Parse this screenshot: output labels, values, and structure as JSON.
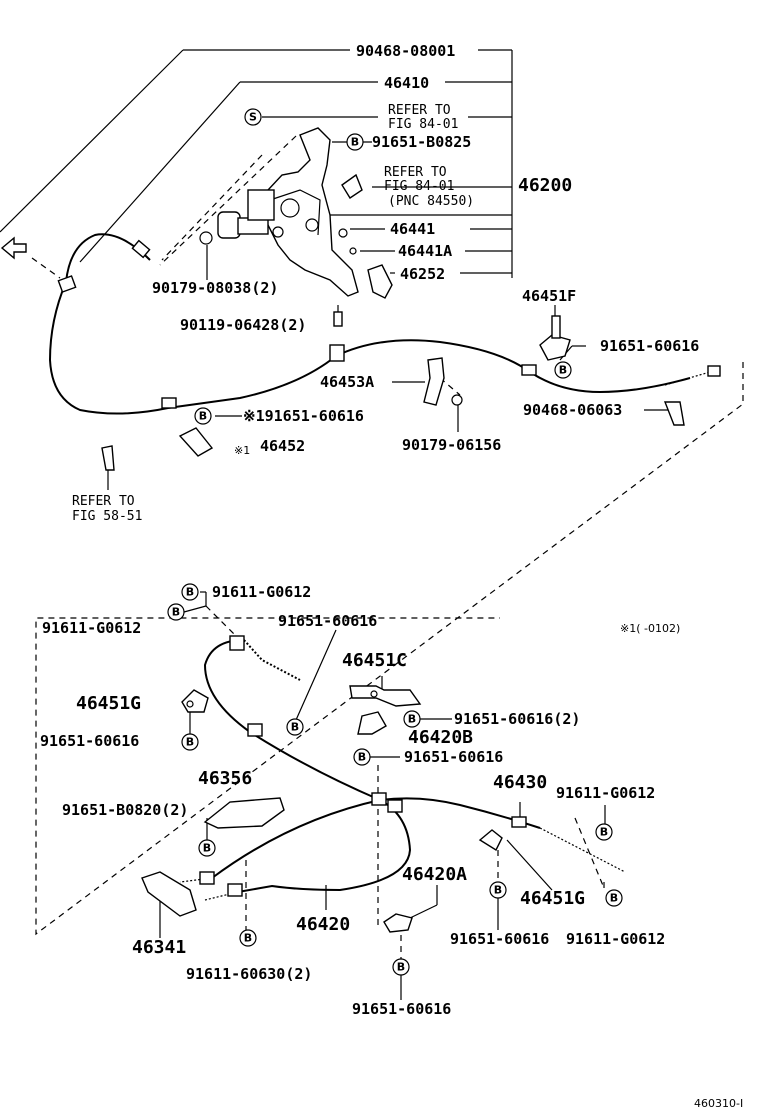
{
  "top": {
    "p_90468_08001": "90468-08001",
    "p_46410": "46410",
    "refer1_a": "REFER TO",
    "refer1_b": "FIG 84-01",
    "b_91651_B0825": "91651-B0825",
    "refer2_a": "REFER TO",
    "refer2_b": "FIG 84-01",
    "refer2_c": "(PNC 84550)",
    "p_46200": "46200",
    "p_46441": "46441",
    "p_46441A": "46441A",
    "p_46252": "46252",
    "p_90179_08038": "90179-08038(2)",
    "p_90119_06428": "90119-06428(2)",
    "p_46451F": "46451F",
    "p_91651_60616_a": "91651-60616",
    "p_46453A": "46453A",
    "p_91651_60616_star": "※191651-60616",
    "p_90468_06063": "90468-06063",
    "p_46452": "46452",
    "star1": "※1",
    "p_90179_06156": "90179-06156",
    "refer3_a": "REFER TO",
    "refer3_b": "FIG 58-51"
  },
  "bottom": {
    "p_91611_G0612_a": "91611-G0612",
    "p_91611_G0612_b": "91611-G0612",
    "p_91651_60616_b": "91651-60616",
    "note_star": "※1(     -0102)",
    "p_46451C": "46451C",
    "p_46451G_a": "46451G",
    "p_91651_60616_2": "91651-60616(2)",
    "p_46420B": "46420B",
    "p_91651_60616_c": "91651-60616",
    "p_91651_60616_d": "91651-60616",
    "p_46356": "46356",
    "p_46430": "46430",
    "p_91611_G0612_c": "91611-G0612",
    "p_91651_B0820": "91651-B0820(2)",
    "p_46420A": "46420A",
    "p_46451G_b": "46451G",
    "p_46341": "46341",
    "p_46420": "46420",
    "p_91651_60616_e": "91651-60616",
    "p_91611_G0612_d": "91611-G0612",
    "p_91611_60630": "91611-60630(2)",
    "p_91651_60616_f": "91651-60616"
  },
  "markers": {
    "s": "S",
    "b": "B"
  },
  "footer": {
    "code": "460310-I"
  }
}
